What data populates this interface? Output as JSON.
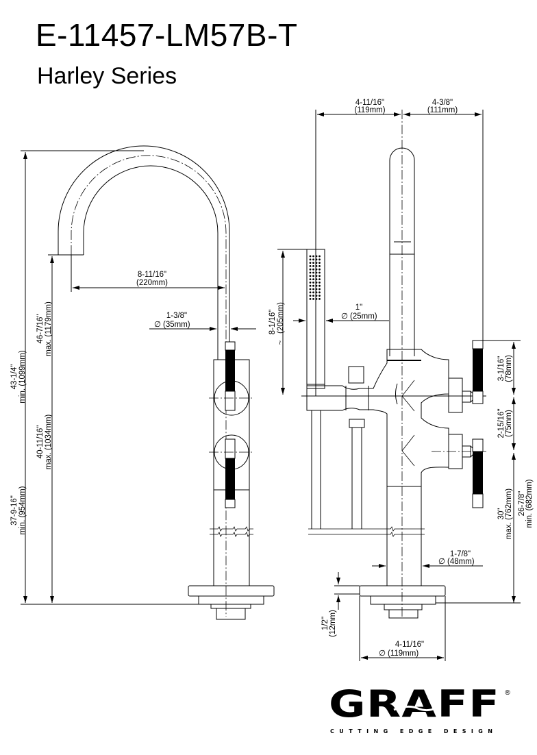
{
  "header": {
    "model_number": "E-11457-LM57B-T",
    "series": "Harley Series"
  },
  "side_view": {
    "overall_height_max": {
      "inch": "46-7/16\"",
      "mm": "max. (1179mm)"
    },
    "overall_height_min": {
      "inch": "43-1/4\"",
      "mm": "min. (1099mm)"
    },
    "spout_height_max": {
      "inch": "40-11/16\"",
      "mm": "max. (1034mm)"
    },
    "spout_height_min": {
      "inch": "37-9-16\"",
      "mm": "min. (954mm)"
    },
    "spout_reach": {
      "inch": "8-11/16\"",
      "mm": "(220mm)"
    },
    "spout_diameter": {
      "inch": "1-3/8\"",
      "mm": "(35mm)",
      "symbol": "∅"
    }
  },
  "front_view": {
    "width_left": {
      "inch": "4-11/16\"",
      "mm": "(119mm)"
    },
    "width_right": {
      "inch": "4-3/8\"",
      "mm": "(111mm)"
    },
    "handshower_length": {
      "inch": "8-1/16\"",
      "mm": "(205mm)",
      "prefix": "~"
    },
    "handshower_diameter": {
      "inch": "1\"",
      "mm": "(25mm)",
      "symbol": "∅"
    },
    "handle_length": {
      "inch": "3-1/16\"",
      "mm": "(78mm)"
    },
    "handle_spacing": {
      "inch": "2-15/16\"",
      "mm": "(75mm)"
    },
    "handle_height_max": {
      "inch": "30\"",
      "mm": "max. (762mm)"
    },
    "handle_height_min": {
      "inch": "26-7/8\"",
      "mm": "min. (682mm)"
    },
    "riser_diameter": {
      "inch": "1-7/8\"",
      "mm": "(48mm)",
      "symbol": "∅"
    },
    "base_thickness": {
      "inch": "1/2\"",
      "mm": "(12mm)"
    },
    "base_diameter": {
      "inch": "4-11/16\"",
      "mm": "(119mm)",
      "symbol": "∅"
    }
  },
  "logo": {
    "brand": "GRAFF",
    "tagline": "CUTTING EDGE DESIGN",
    "registered": "®"
  }
}
